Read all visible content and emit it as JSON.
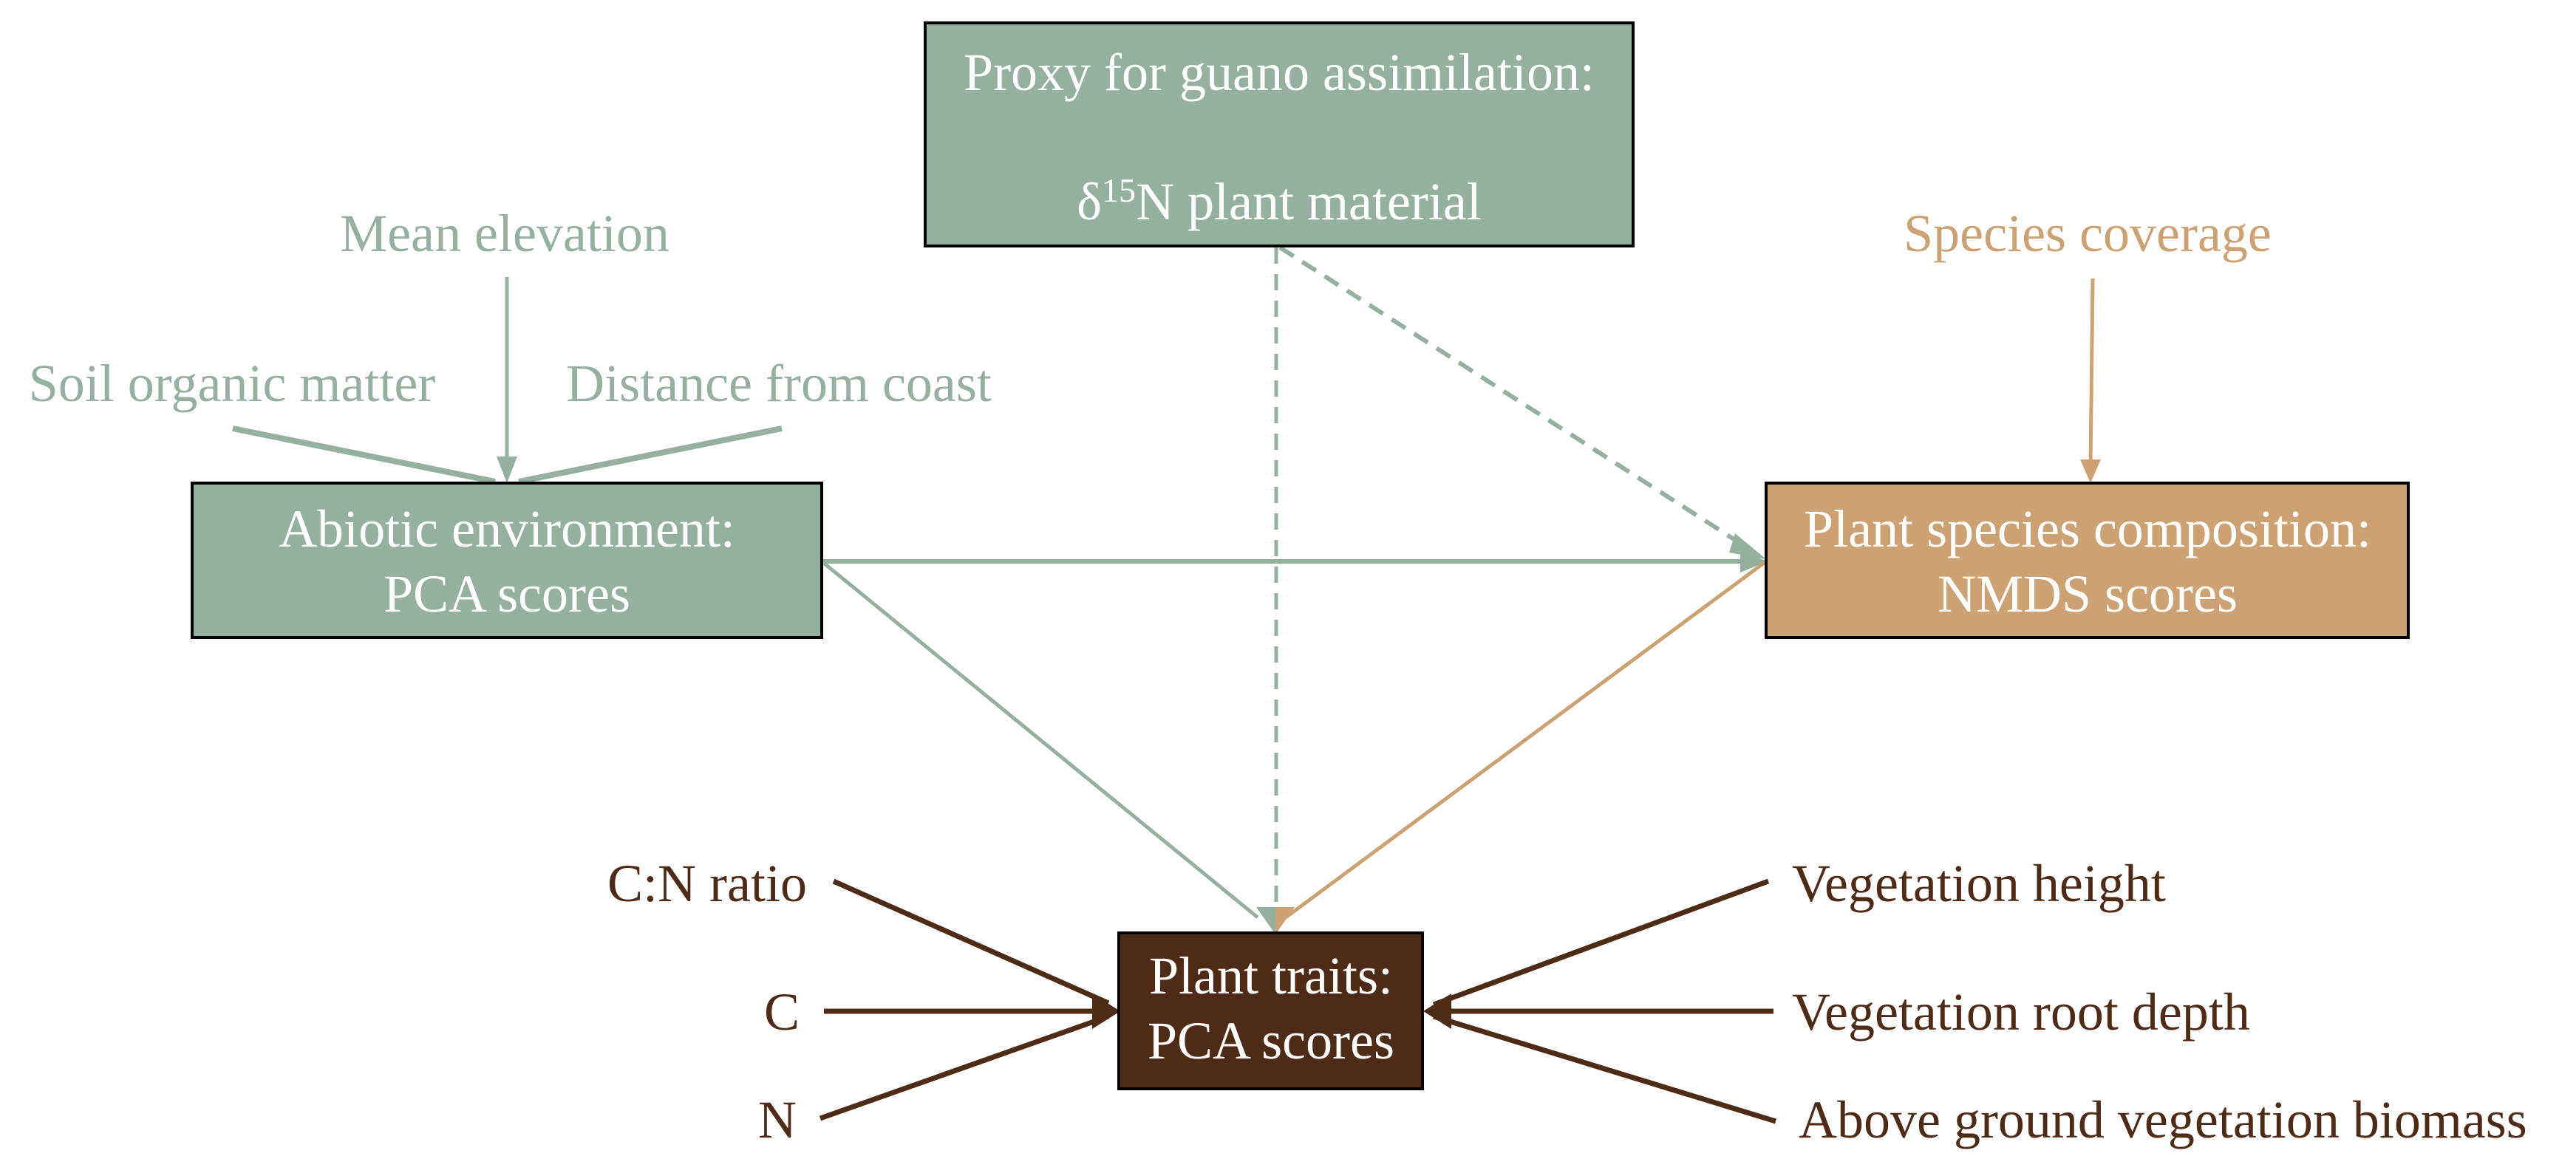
{
  "colors": {
    "sage": "#95b09e",
    "tan": "#cca274",
    "brown": "#4d2b17",
    "white": "#ffffff",
    "border": "#000000"
  },
  "boxes": {
    "proxy": {
      "line1": "Proxy for guano assimilation:",
      "delta": "δ",
      "sup": "15",
      "line2_rest": "N plant material"
    },
    "abiotic": {
      "line1": "Abiotic environment:",
      "line2": "PCA scores"
    },
    "species": {
      "line1": "Plant species composition:",
      "line2": "NMDS scores"
    },
    "traits": {
      "line1": "Plant traits:",
      "line2": "PCA scores"
    }
  },
  "inputs": {
    "abiotic": [
      "Mean elevation",
      "Soil organic matter",
      "Distance from coast"
    ],
    "species": [
      "Species coverage"
    ],
    "traits_left": [
      "C:N ratio",
      "C",
      "N"
    ],
    "traits_right": [
      "Vegetation height",
      "Vegetation root depth",
      "Above ground vegetation biomass"
    ]
  },
  "paths": [
    {
      "from": "abiotic",
      "to": "species",
      "style": "solid",
      "color": "sage"
    },
    {
      "from": "abiotic",
      "to": "traits",
      "style": "solid",
      "color": "sage"
    },
    {
      "from": "proxy",
      "to": "species",
      "style": "dashed",
      "color": "sage"
    },
    {
      "from": "proxy",
      "to": "traits",
      "style": "dashed",
      "color": "sage"
    },
    {
      "from": "species",
      "to": "traits",
      "style": "solid",
      "color": "tan"
    }
  ]
}
